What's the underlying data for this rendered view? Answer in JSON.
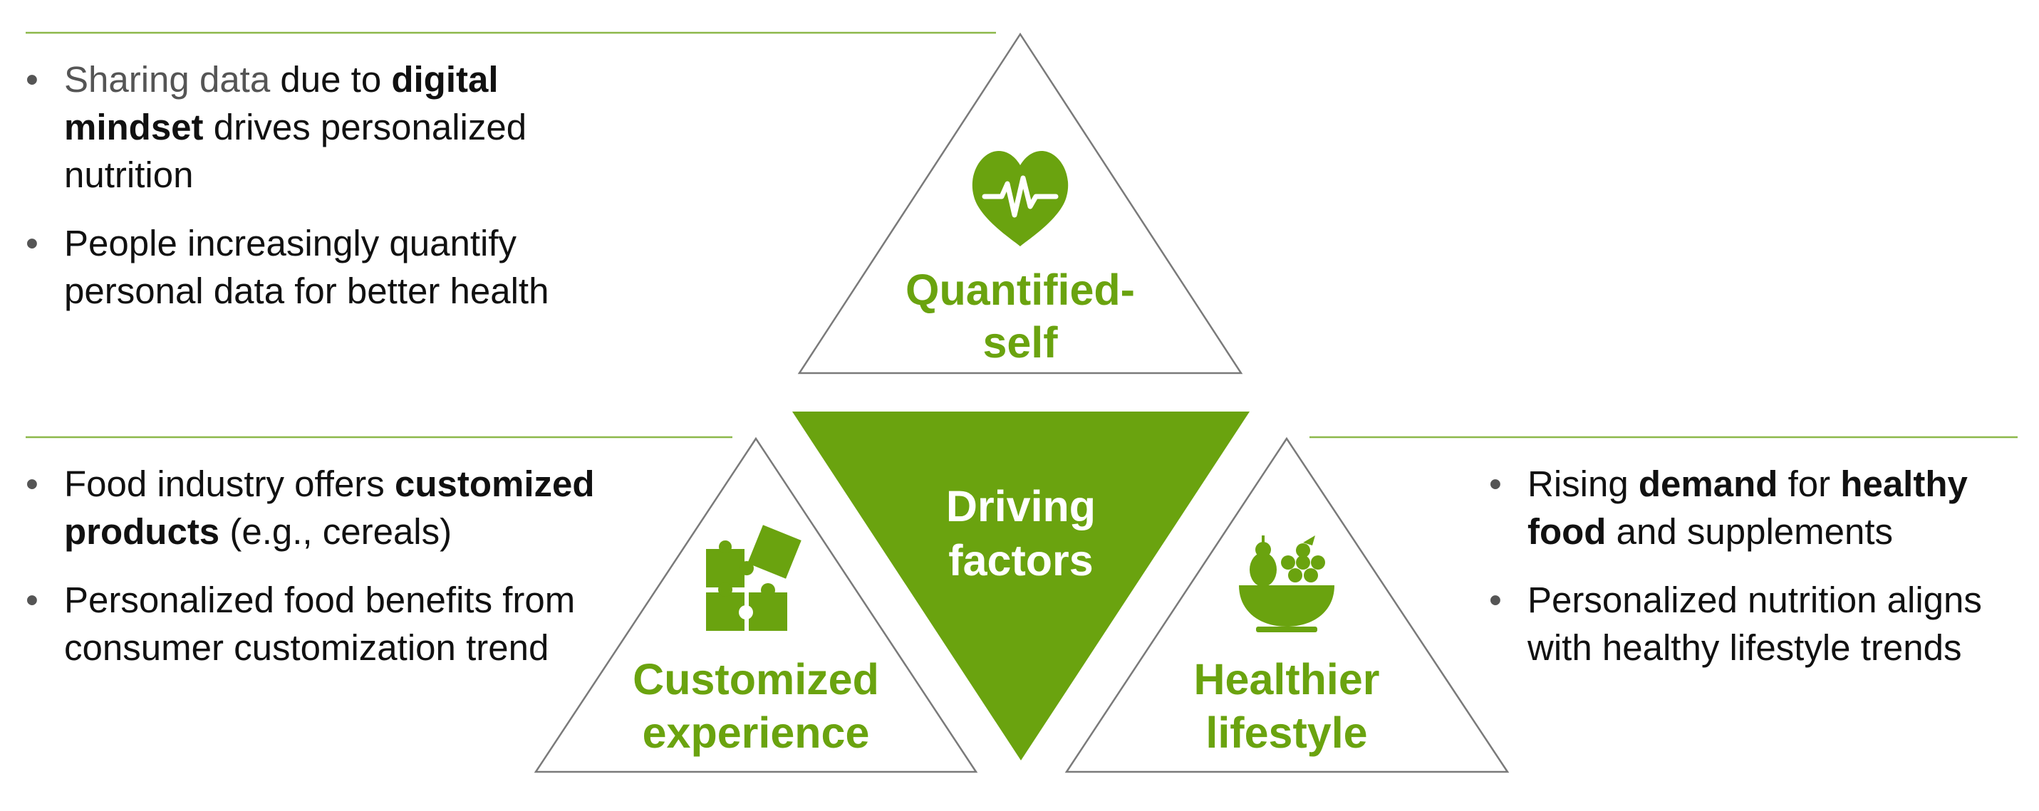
{
  "colors": {
    "accent": "#6aa30f",
    "rule": "#8cb84a",
    "outline": "#7a7a7a",
    "white": "#ffffff",
    "text": "#111111",
    "muted": "#555555"
  },
  "icons": {
    "top": "heart-pulse-icon",
    "left": "puzzle-icon",
    "right": "fruit-bowl-icon"
  },
  "center": {
    "line1": "Driving",
    "line2": "factors"
  },
  "triangles": {
    "top": {
      "line1": "Quantified-",
      "line2": "self"
    },
    "left": {
      "line1": "Customized",
      "line2": "experience"
    },
    "right": {
      "line1": "Healthier",
      "line2": "lifestyle"
    }
  },
  "top_left": {
    "items": [
      {
        "p1": "Sharing data",
        "p2": " due to ",
        "p3": "digital mindset",
        "p4": " drives personalized nutrition"
      },
      {
        "text": "People increasingly quantify personal data for better health"
      }
    ]
  },
  "bottom_left": {
    "items": [
      {
        "p1": "Food industry offers ",
        "p2": "customized products",
        "p3": " (e.g., cereals)"
      },
      {
        "text": "Personalized food benefits from consumer customization trend"
      }
    ]
  },
  "bottom_right": {
    "items": [
      {
        "p1": "Rising ",
        "p2": "demand",
        "p3": " for ",
        "p4": "healthy food",
        "p5": " and supplements"
      },
      {
        "text": "Personalized nutrition aligns with healthy lifestyle trends"
      }
    ]
  }
}
